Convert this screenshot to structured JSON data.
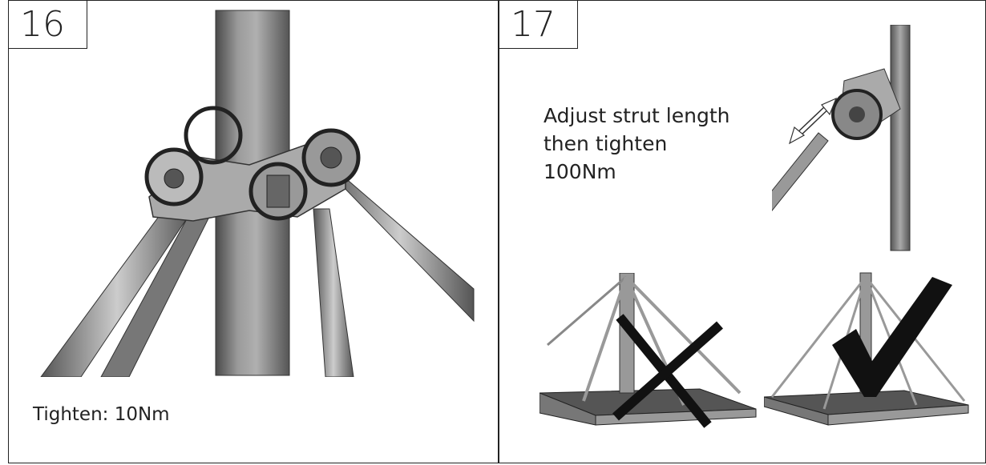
{
  "steps": [
    {
      "number": "16",
      "caption": "Tighten: 10Nm"
    },
    {
      "number": "17",
      "caption": "Adjust strut length\nthen tighten\n100Nm"
    }
  ],
  "colors": {
    "border": "#222222",
    "metal": "#8a8a8a",
    "dark": "#3a3a3a",
    "mark": "#111111"
  },
  "icons": [
    "highlight-circle",
    "double-arrow-icon",
    "cross-mark-icon",
    "check-mark-icon"
  ]
}
